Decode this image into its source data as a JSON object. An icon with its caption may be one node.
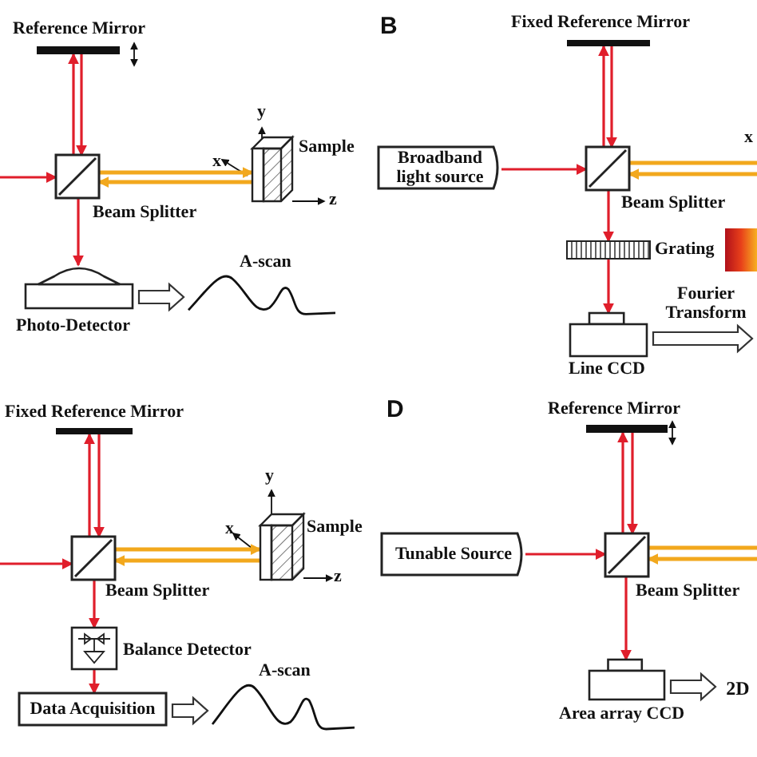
{
  "diagram": {
    "nodes": [
      {
        "text": [
          "Reference Mirror"
        ]
      },
      {
        "text": [
          "Beam Splitter"
        ]
      },
      {
        "text": [
          "Sample"
        ]
      },
      {
        "text": [
          "Photo-Detector"
        ]
      },
      {
        "text": [
          "A-scan"
        ]
      },
      {
        "text": [
          "Fixed Reference Mirror"
        ]
      },
      {
        "text": [
          "Broadband light source"
        ]
      },
      {
        "text": [
          "Beam Splitter"
        ]
      },
      {
        "text": [
          "Grating"
        ]
      },
      {
        "text": [
          "Line CCD"
        ]
      },
      {
        "text": [
          "Fixed Reference Mirror"
        ]
      },
      {
        "text": [
          "Beam Splitter"
        ]
      },
      {
        "text": [
          "Sample"
        ]
      },
      {
        "text": [
          "Balance Detector"
        ]
      },
      {
        "text": [
          "Data Acquisition"
        ]
      },
      {
        "text": [
          "A-scan"
        ]
      },
      {
        "text": [
          "Reference Mirror"
        ]
      },
      {
        "text": [
          "Tunable Source"
        ]
      },
      {
        "text": [
          "Beam Splitter"
        ]
      },
      {
        "text": [
          "Area array CCD"
        ]
      },
      {
        "text": [
          "2D"
        ]
      }
    ],
    "edges": [
      {
        "from": null,
        "to": 1,
        "arrow": "to"
      },
      {
        "from": 1,
        "to": 0,
        "arrow": "to"
      },
      {
        "from": 0,
        "to": 1,
        "arrow": "to"
      },
      {
        "from": 1,
        "to": 2,
        "arrow": "to",
        "color": "#f2a81d"
      },
      {
        "from": 2,
        "to": 1,
        "arrow": "to",
        "color": "#f2a81d"
      },
      {
        "from": 1,
        "to": 3,
        "arrow": "to"
      },
      {
        "from": 3,
        "to": 4,
        "arrow": "to",
        "style": "thick"
      },
      {
        "from": 6,
        "to": 7,
        "arrow": "to"
      },
      {
        "from": 7,
        "to": 5,
        "arrow": "to"
      },
      {
        "from": 5,
        "to": 7,
        "arrow": "to"
      },
      {
        "from": 7,
        "to": null,
        "arrow": "none",
        "color": "#f2a81d"
      },
      {
        "from": null,
        "to": 7,
        "arrow": "to",
        "color": "#f2a81d"
      },
      {
        "from": 7,
        "to": 8,
        "arrow": "to"
      },
      {
        "from": 8,
        "to": 9,
        "arrow": "to"
      },
      {
        "from": 9,
        "to": null,
        "arrow": "to",
        "style": "thick",
        "label": "Fourier Transform"
      },
      {
        "from": null,
        "to": 11,
        "arrow": "to"
      },
      {
        "from": 11,
        "to": 10,
        "arrow": "to"
      },
      {
        "from": 10,
        "to": 11,
        "arrow": "to"
      },
      {
        "from": 11,
        "to": 12,
        "arrow": "to",
        "color": "#f2a81d"
      },
      {
        "from": 12,
        "to": 11,
        "arrow": "to",
        "color": "#f2a81d"
      },
      {
        "from": 11,
        "to": 13,
        "arrow": "to"
      },
      {
        "from": 13,
        "to": 14,
        "arrow": "to"
      },
      {
        "from": 14,
        "to": 15,
        "arrow": "to",
        "style": "thick"
      },
      {
        "from": 17,
        "to": 18,
        "arrow": "to"
      },
      {
        "from": 18,
        "to": 16,
        "arrow": "to"
      },
      {
        "from": 16,
        "to": 18,
        "arrow": "to"
      },
      {
        "from": 18,
        "to": null,
        "arrow": "none",
        "color": "#f2a81d"
      },
      {
        "from": null,
        "to": 18,
        "arrow": "to",
        "color": "#f2a81d"
      },
      {
        "from": 18,
        "to": 19,
        "arrow": "to"
      },
      {
        "from": 19,
        "to": 20,
        "arrow": "to",
        "style": "thick"
      }
    ],
    "labels": [
      "y",
      "x",
      "z",
      "B",
      "x",
      "y",
      "x",
      "z",
      "D"
    ]
  }
}
